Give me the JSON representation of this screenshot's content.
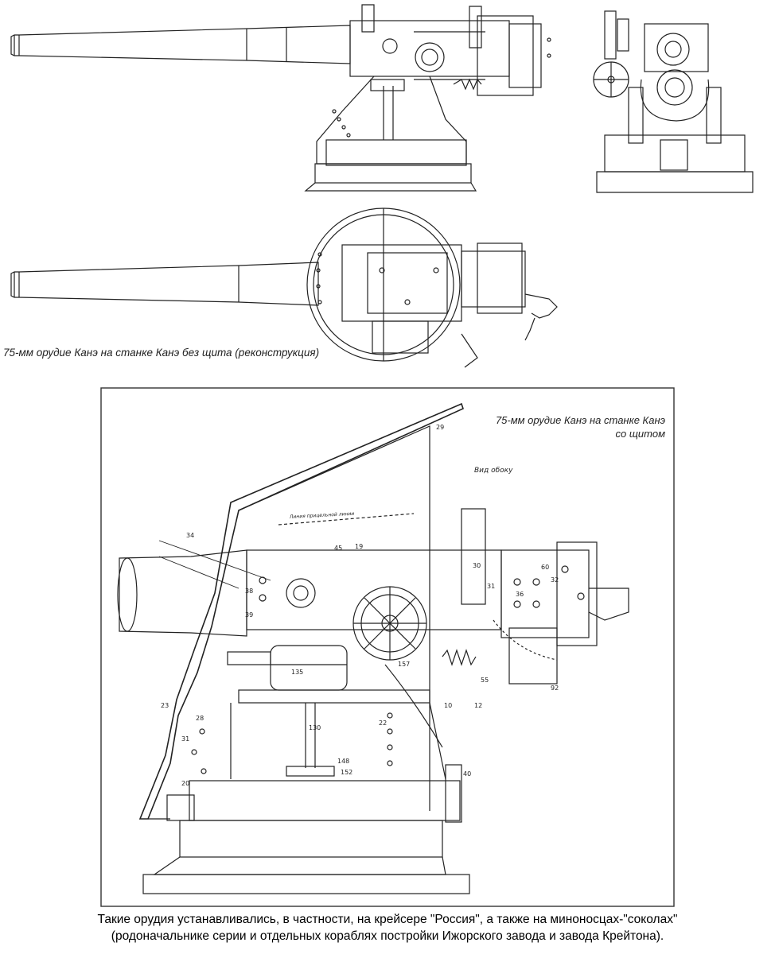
{
  "top_caption": "75-мм орудие Канэ на станке Канэ без щита (реконструкция)",
  "inner_caption": {
    "line1": "75-мм орудие Канэ на станке Канэ",
    "line2": "со щитом"
  },
  "bottom_text": {
    "line1": "Такие орудия устанавливались, в частности, на крейсере \"Россия\", а также на миноносцах-\"соколах\"",
    "line2": "(родоначальнике серии и отдельных кораблях постройки Ижорского завода и завода Крейтона)."
  },
  "drawing_labels": {
    "view": "Вид обоку",
    "sight_line": "Линия прицельной линии",
    "part_numbers": [
      "29",
      "34",
      "45",
      "19",
      "30",
      "31",
      "32",
      "60",
      "36",
      "38",
      "39",
      "157",
      "135",
      "130",
      "148",
      "152",
      "23",
      "28",
      "31",
      "20",
      "22",
      "40",
      "10",
      "12",
      "55",
      "92"
    ]
  }
}
